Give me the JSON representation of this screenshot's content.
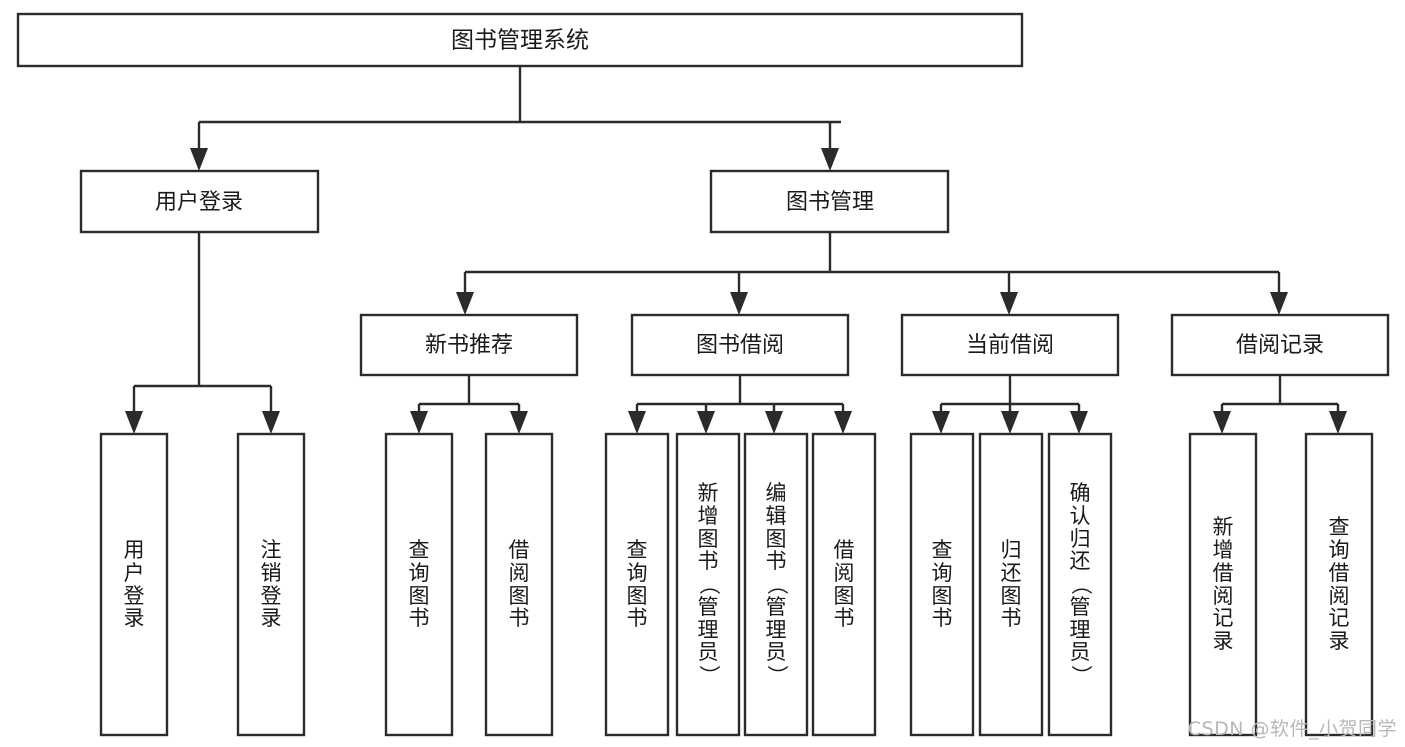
{
  "diagram": {
    "title": "图书管理系统",
    "type": "hierarchy-tree",
    "background_color": "#ffffff",
    "line_color": "#2b2b2b",
    "text_color": "#1a1a1a",
    "root": {
      "label": "图书管理系统"
    },
    "level2": [
      {
        "label": "用户登录"
      },
      {
        "label": "图书管理"
      }
    ],
    "level3": [
      {
        "label": "新书推荐"
      },
      {
        "label": "图书借阅"
      },
      {
        "label": "当前借阅"
      },
      {
        "label": "借阅记录"
      }
    ],
    "leaves": {
      "user_login": [
        {
          "label": "用户登录"
        },
        {
          "label": "注销登录"
        }
      ],
      "new_book_recommend": [
        {
          "label": "查询图书"
        },
        {
          "label": "借阅图书"
        }
      ],
      "book_borrow": [
        {
          "label": "查询图书"
        },
        {
          "label": "新增图书（管理员）"
        },
        {
          "label": "编辑图书（管理员）"
        },
        {
          "label": "借阅图书"
        }
      ],
      "current_borrow": [
        {
          "label": "查询图书"
        },
        {
          "label": "归还图书"
        },
        {
          "label": "确认归还（管理员）"
        }
      ],
      "borrow_record": [
        {
          "label": "新增借阅记录"
        },
        {
          "label": "查询借阅记录"
        }
      ]
    }
  },
  "watermark": {
    "text": "CSDN @软件_小贺同学"
  }
}
